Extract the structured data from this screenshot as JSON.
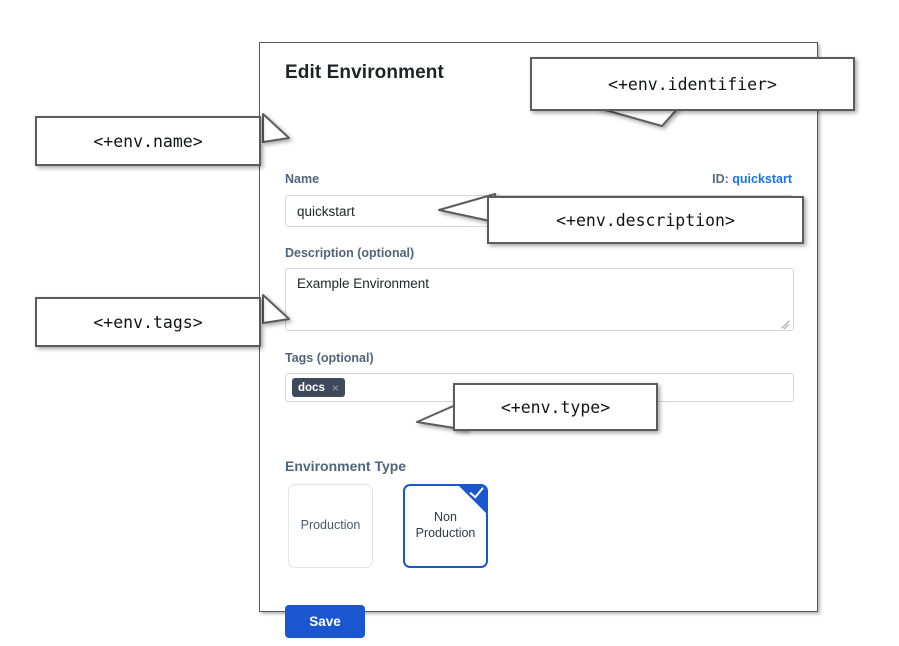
{
  "dialog": {
    "title": "Edit Environment",
    "identifier": {
      "prefix": "ID:",
      "value": "quickstart"
    },
    "fields": {
      "name": {
        "label": "Name",
        "value": "quickstart"
      },
      "description": {
        "label": "Description (optional)",
        "value": "Example Environment"
      },
      "tags": {
        "label": "Tags (optional)",
        "chips": [
          {
            "label": "docs",
            "remove_icon": "×"
          }
        ]
      },
      "environment_type": {
        "label": "Environment Type",
        "options": [
          {
            "label": "Production",
            "selected": false
          },
          {
            "label": "Non Production",
            "line1": "Non",
            "line2": "Production",
            "selected": true
          }
        ]
      }
    },
    "save_label": "Save"
  },
  "callouts": {
    "name": "<+env.name>",
    "identifier": "<+env.identifier>",
    "description": "<+env.description>",
    "tags": "<+env.tags>",
    "type": "<+env.type>"
  },
  "colors": {
    "accent_blue": "#1a56cf",
    "link_blue": "#1a73e8",
    "label_blue_grey": "#51647d",
    "chip_dark": "#3e4a5c",
    "callout_border": "#5c5c5c",
    "dialog_border": "#555a5f"
  }
}
